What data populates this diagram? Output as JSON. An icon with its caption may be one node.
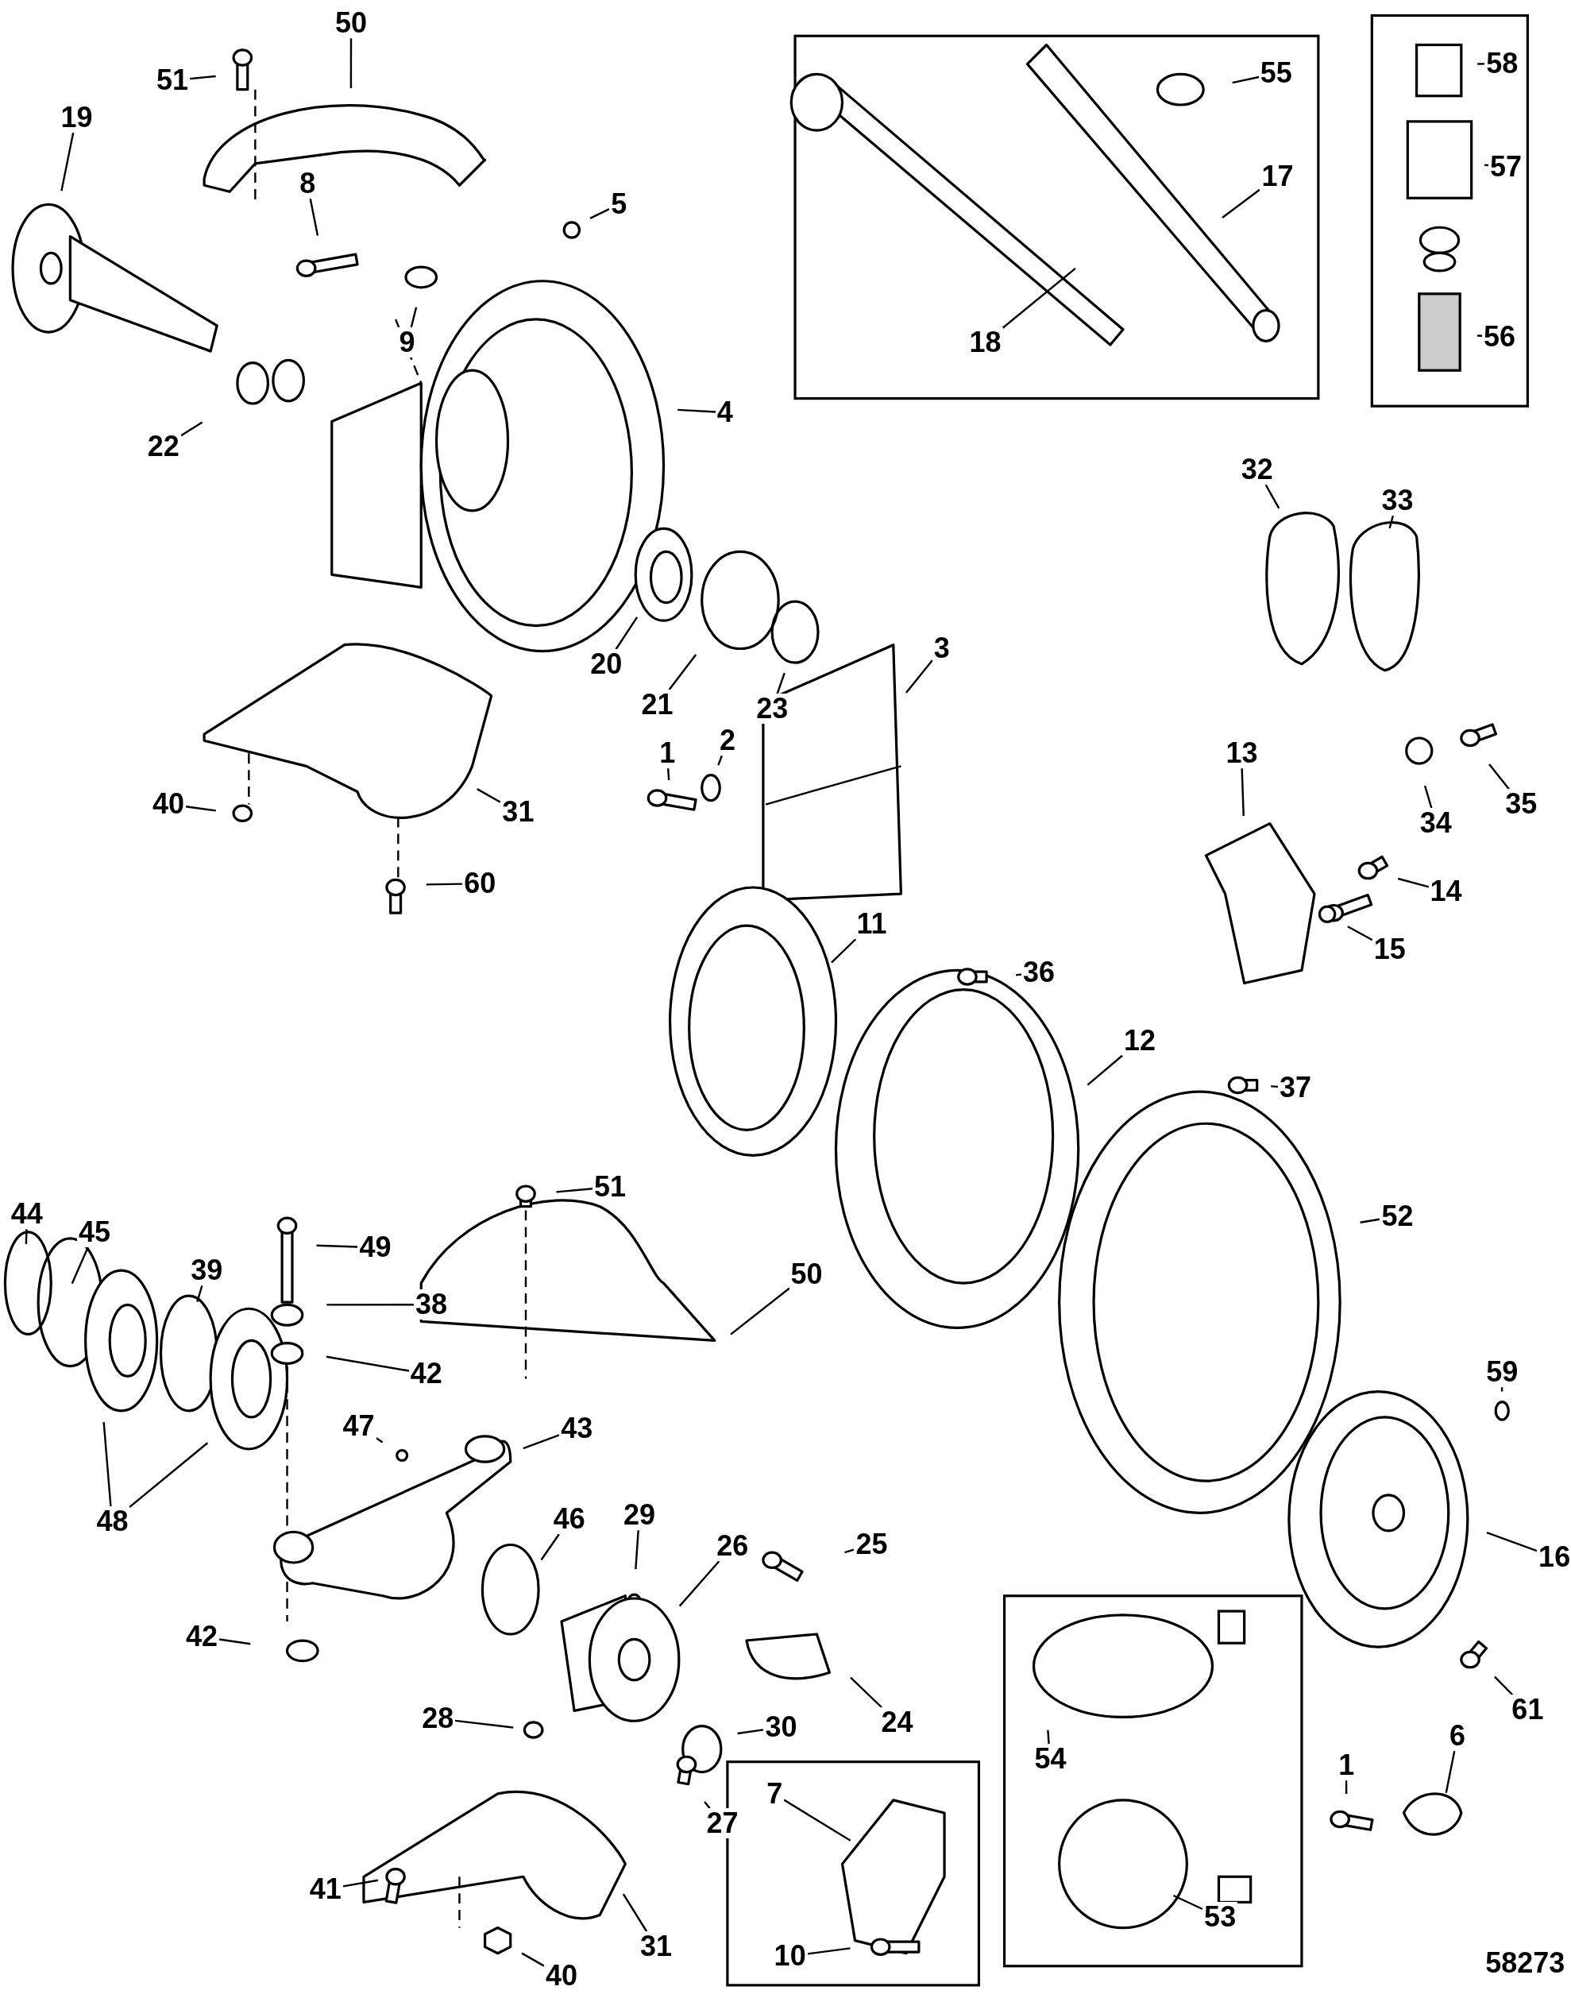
{
  "diagram": {
    "nodes": [
      {
        "text": [
          "51"
        ]
      },
      {
        "text": [
          "50"
        ]
      },
      {
        "text": [
          "19"
        ]
      },
      {
        "text": [
          "8"
        ]
      },
      {
        "text": [
          "5"
        ]
      },
      {
        "text": [
          "9"
        ]
      },
      {
        "text": [
          "4"
        ]
      },
      {
        "text": [
          "22"
        ]
      },
      {
        "text": [
          "20"
        ]
      },
      {
        "text": [
          "21"
        ]
      },
      {
        "text": [
          "23"
        ]
      },
      {
        "text": [
          "40"
        ]
      },
      {
        "text": [
          "31"
        ]
      },
      {
        "text": [
          "60"
        ]
      },
      {
        "text": [
          "1"
        ]
      },
      {
        "text": [
          "2"
        ]
      },
      {
        "text": [
          "3"
        ]
      },
      {
        "text": [
          "18"
        ]
      },
      {
        "text": [
          "17"
        ]
      },
      {
        "text": [
          "55"
        ]
      },
      {
        "text": [
          "58"
        ]
      },
      {
        "text": [
          "57"
        ]
      },
      {
        "text": [
          "56"
        ]
      },
      {
        "text": [
          "32"
        ]
      },
      {
        "text": [
          "33"
        ]
      },
      {
        "text": [
          "34"
        ]
      },
      {
        "text": [
          "35"
        ]
      },
      {
        "text": [
          "13"
        ]
      },
      {
        "text": [
          "14"
        ]
      },
      {
        "text": [
          "15"
        ]
      },
      {
        "text": [
          "11"
        ]
      },
      {
        "text": [
          "36"
        ]
      },
      {
        "text": [
          "12"
        ]
      },
      {
        "text": [
          "37"
        ]
      },
      {
        "text": [
          "52"
        ]
      },
      {
        "text": [
          "44"
        ]
      },
      {
        "text": [
          "45"
        ]
      },
      {
        "text": [
          "39"
        ]
      },
      {
        "text": [
          "49"
        ]
      },
      {
        "text": [
          "51"
        ]
      },
      {
        "text": [
          "50"
        ]
      },
      {
        "text": [
          "38"
        ]
      },
      {
        "text": [
          "42"
        ]
      },
      {
        "text": [
          "48"
        ]
      },
      {
        "text": [
          "47"
        ]
      },
      {
        "text": [
          "43"
        ]
      },
      {
        "text": [
          "46"
        ]
      },
      {
        "text": [
          "29"
        ]
      },
      {
        "text": [
          "26"
        ]
      },
      {
        "text": [
          "25"
        ]
      },
      {
        "text": [
          "24"
        ]
      },
      {
        "text": [
          "42"
        ]
      },
      {
        "text": [
          "28"
        ]
      },
      {
        "text": [
          "30"
        ]
      },
      {
        "text": [
          "27"
        ]
      },
      {
        "text": [
          "41"
        ]
      },
      {
        "text": [
          "40"
        ]
      },
      {
        "text": [
          "31"
        ]
      },
      {
        "text": [
          "7"
        ]
      },
      {
        "text": [
          "10"
        ]
      },
      {
        "text": [
          "54"
        ]
      },
      {
        "text": [
          "53"
        ]
      },
      {
        "text": [
          "1"
        ]
      },
      {
        "text": [
          "6"
        ]
      },
      {
        "text": [
          "59"
        ]
      },
      {
        "text": [
          "16"
        ]
      },
      {
        "text": [
          "61"
        ]
      }
    ],
    "edges": [
      {
        "from": 0,
        "to": null,
        "arrow": "none"
      },
      {
        "from": 1,
        "to": null,
        "arrow": "none"
      },
      {
        "from": 2,
        "to": null,
        "arrow": "none"
      },
      {
        "from": 3,
        "to": null,
        "arrow": "none"
      },
      {
        "from": 4,
        "to": null,
        "arrow": "none"
      },
      {
        "from": 5,
        "to": null,
        "arrow": "none"
      },
      {
        "from": 6,
        "to": null,
        "arrow": "none"
      },
      {
        "from": 7,
        "to": null,
        "arrow": "none"
      },
      {
        "from": 8,
        "to": null,
        "arrow": "none"
      },
      {
        "from": 9,
        "to": null,
        "arrow": "none"
      },
      {
        "from": 10,
        "to": null,
        "arrow": "none"
      },
      {
        "from": 11,
        "to": null,
        "arrow": "none"
      },
      {
        "from": 12,
        "to": null,
        "arrow": "none"
      },
      {
        "from": 13,
        "to": null,
        "arrow": "none"
      },
      {
        "from": 14,
        "to": null,
        "arrow": "none"
      },
      {
        "from": 15,
        "to": null,
        "arrow": "none"
      },
      {
        "from": 16,
        "to": null,
        "arrow": "none"
      },
      {
        "from": 17,
        "to": null,
        "arrow": "none"
      },
      {
        "from": 18,
        "to": null,
        "arrow": "none"
      },
      {
        "from": 19,
        "to": null,
        "arrow": "none"
      },
      {
        "from": 20,
        "to": null,
        "arrow": "none"
      },
      {
        "from": 21,
        "to": null,
        "arrow": "none"
      },
      {
        "from": 22,
        "to": null,
        "arrow": "none"
      },
      {
        "from": 23,
        "to": null,
        "arrow": "none"
      },
      {
        "from": 24,
        "to": null,
        "arrow": "none"
      },
      {
        "from": 25,
        "to": null,
        "arrow": "none"
      },
      {
        "from": 26,
        "to": null,
        "arrow": "none"
      },
      {
        "from": 27,
        "to": null,
        "arrow": "none"
      },
      {
        "from": 28,
        "to": null,
        "arrow": "none"
      },
      {
        "from": 29,
        "to": null,
        "arrow": "none"
      },
      {
        "from": 30,
        "to": null,
        "arrow": "none"
      },
      {
        "from": 31,
        "to": null,
        "arrow": "none"
      },
      {
        "from": 32,
        "to": null,
        "arrow": "none"
      },
      {
        "from": 33,
        "to": null,
        "arrow": "none"
      },
      {
        "from": 34,
        "to": null,
        "arrow": "none"
      },
      {
        "from": 35,
        "to": null,
        "arrow": "none"
      },
      {
        "from": 36,
        "to": null,
        "arrow": "none"
      },
      {
        "from": 37,
        "to": null,
        "arrow": "none"
      },
      {
        "from": 38,
        "to": null,
        "arrow": "none"
      },
      {
        "from": 39,
        "to": null,
        "arrow": "none"
      },
      {
        "from": 40,
        "to": null,
        "arrow": "none"
      },
      {
        "from": 41,
        "to": null,
        "arrow": "none"
      },
      {
        "from": 42,
        "to": null,
        "arrow": "none"
      },
      {
        "from": 43,
        "to": null,
        "arrow": "none"
      },
      {
        "from": 43,
        "to": null,
        "arrow": "none"
      },
      {
        "from": 44,
        "to": null,
        "arrow": "none"
      },
      {
        "from": 45,
        "to": null,
        "arrow": "none"
      },
      {
        "from": 46,
        "to": null,
        "arrow": "none"
      },
      {
        "from": 47,
        "to": null,
        "arrow": "none"
      },
      {
        "from": 48,
        "to": null,
        "arrow": "none"
      },
      {
        "from": 49,
        "to": null,
        "arrow": "none"
      },
      {
        "from": 50,
        "to": null,
        "arrow": "none"
      },
      {
        "from": 51,
        "to": null,
        "arrow": "none"
      },
      {
        "from": 52,
        "to": null,
        "arrow": "none"
      },
      {
        "from": 53,
        "to": null,
        "arrow": "none"
      },
      {
        "from": 54,
        "to": null,
        "arrow": "none"
      },
      {
        "from": 55,
        "to": null,
        "arrow": "none"
      },
      {
        "from": 56,
        "to": null,
        "arrow": "none"
      },
      {
        "from": 57,
        "to": null,
        "arrow": "none"
      },
      {
        "from": 58,
        "to": null,
        "arrow": "none"
      },
      {
        "from": 59,
        "to": null,
        "arrow": "none"
      },
      {
        "from": 60,
        "to": null,
        "arrow": "none"
      },
      {
        "from": 61,
        "to": null,
        "arrow": "none"
      },
      {
        "from": 62,
        "to": null,
        "arrow": "none"
      },
      {
        "from": 63,
        "to": null,
        "arrow": "none"
      },
      {
        "from": 64,
        "to": null,
        "arrow": "none"
      },
      {
        "from": 65,
        "to": null,
        "arrow": "none"
      },
      {
        "from": 66,
        "to": null,
        "arrow": "none"
      }
    ],
    "labels": [
      "58273"
    ]
  }
}
